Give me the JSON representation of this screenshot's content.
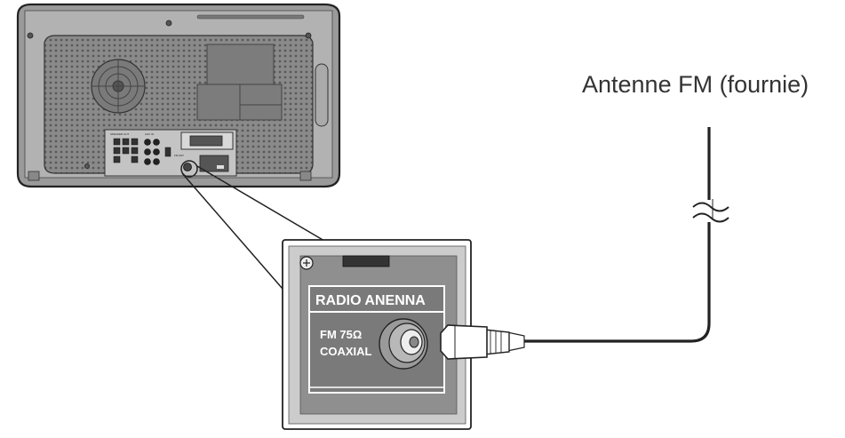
{
  "antenna_label": "Antenne FM (fournie)",
  "panel": {
    "heading": "RADIO ANENNA",
    "line1": "FM 75Ω",
    "line2": "COAXIAL"
  },
  "unit_labels": {
    "speaker_out": "SPEAKER OUT",
    "aux_in": "AUX IN",
    "antenna": "FM ANT"
  }
}
